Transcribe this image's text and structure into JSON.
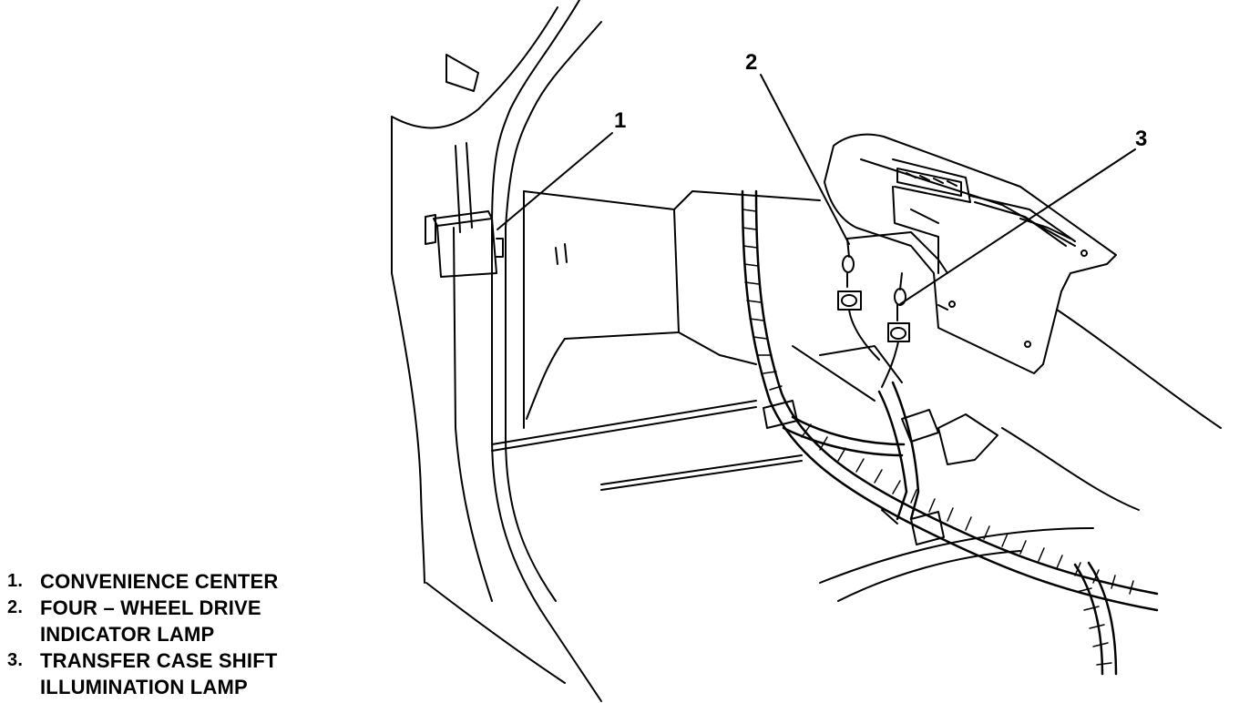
{
  "callouts": {
    "c1": "1",
    "c2": "2",
    "c3": "3"
  },
  "legend": [
    {
      "number": "1.",
      "text": "CONVENIENCE CENTER"
    },
    {
      "number": "2.",
      "text": "FOUR – WHEEL DRIVE\nINDICATOR LAMP"
    },
    {
      "number": "3.",
      "text": "TRANSFER CASE SHIFT\nILLUMINATION LAMP"
    }
  ]
}
